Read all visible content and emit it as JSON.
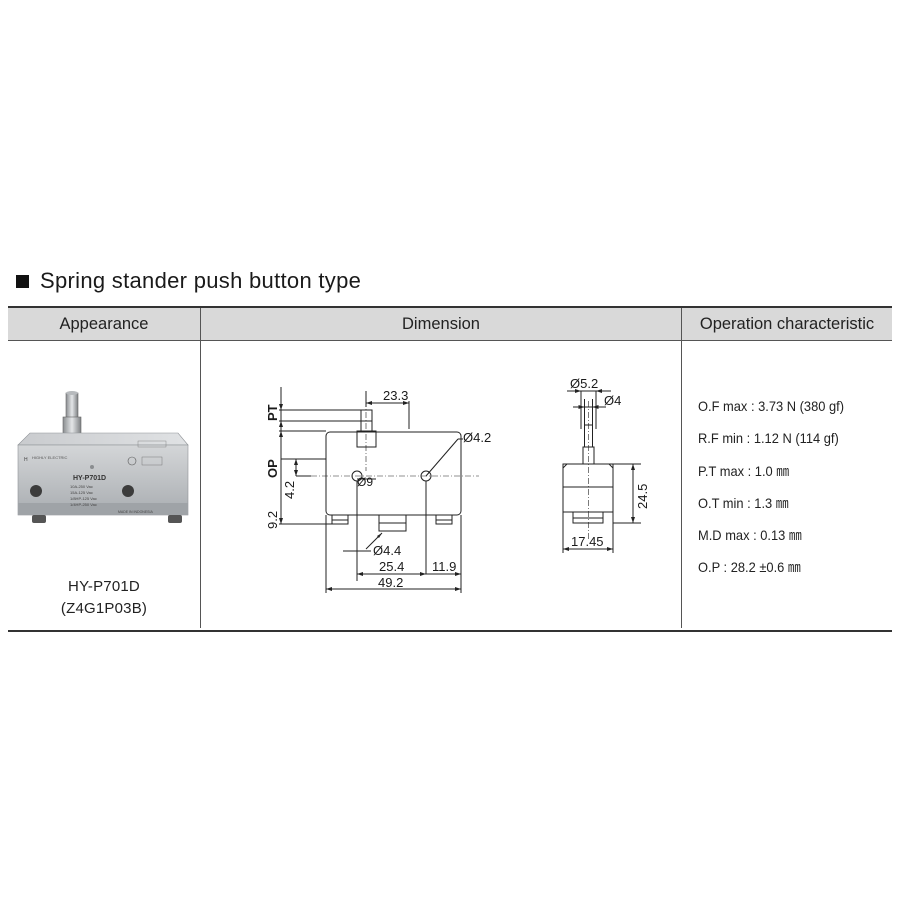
{
  "section": {
    "title": "Spring stander push button type"
  },
  "table": {
    "headers": [
      "Appearance",
      "Dimension",
      "Operation characteristic"
    ]
  },
  "product": {
    "model": "HY-P701D",
    "code": "(Z4G1P03B)",
    "body_markings": {
      "model_label": "HY-P701D",
      "ratings": [
        "10A-250 Vac",
        "15A-125 Vac",
        "1/8HP-125 Vac",
        "1/4HP-250 Vac"
      ],
      "origin": "MADE IN INDONESIA"
    }
  },
  "dimensions": {
    "labels": {
      "pt": "PT",
      "op": "OP",
      "op_height": "4.2",
      "mount_height": "9.2",
      "top_width": "23.3",
      "pin_dia": "Ø4.2",
      "plunger_dia": "Ø9",
      "hole_dia": "Ø4.4",
      "hole_spacing": "25.4",
      "right_offset": "11.9",
      "total_length": "49.2",
      "side_top_dia": "Ø5.2",
      "side_tip_dia": "Ø4",
      "side_height": "24.5",
      "side_width": "17.45"
    }
  },
  "operation": [
    "O.F max : 3.73 N (380 gf)",
    "R.F min : 1.12 N (114 gf)",
    "P.T max : 1.0 ㎜",
    "O.T min : 1.3 ㎜",
    "M.D max : 0.13 ㎜",
    "O.P : 28.2 ±0.6 ㎜"
  ],
  "colors": {
    "header_bg": "#d9d9d9",
    "body_gray": "#b9bcbf",
    "line": "#333333"
  }
}
